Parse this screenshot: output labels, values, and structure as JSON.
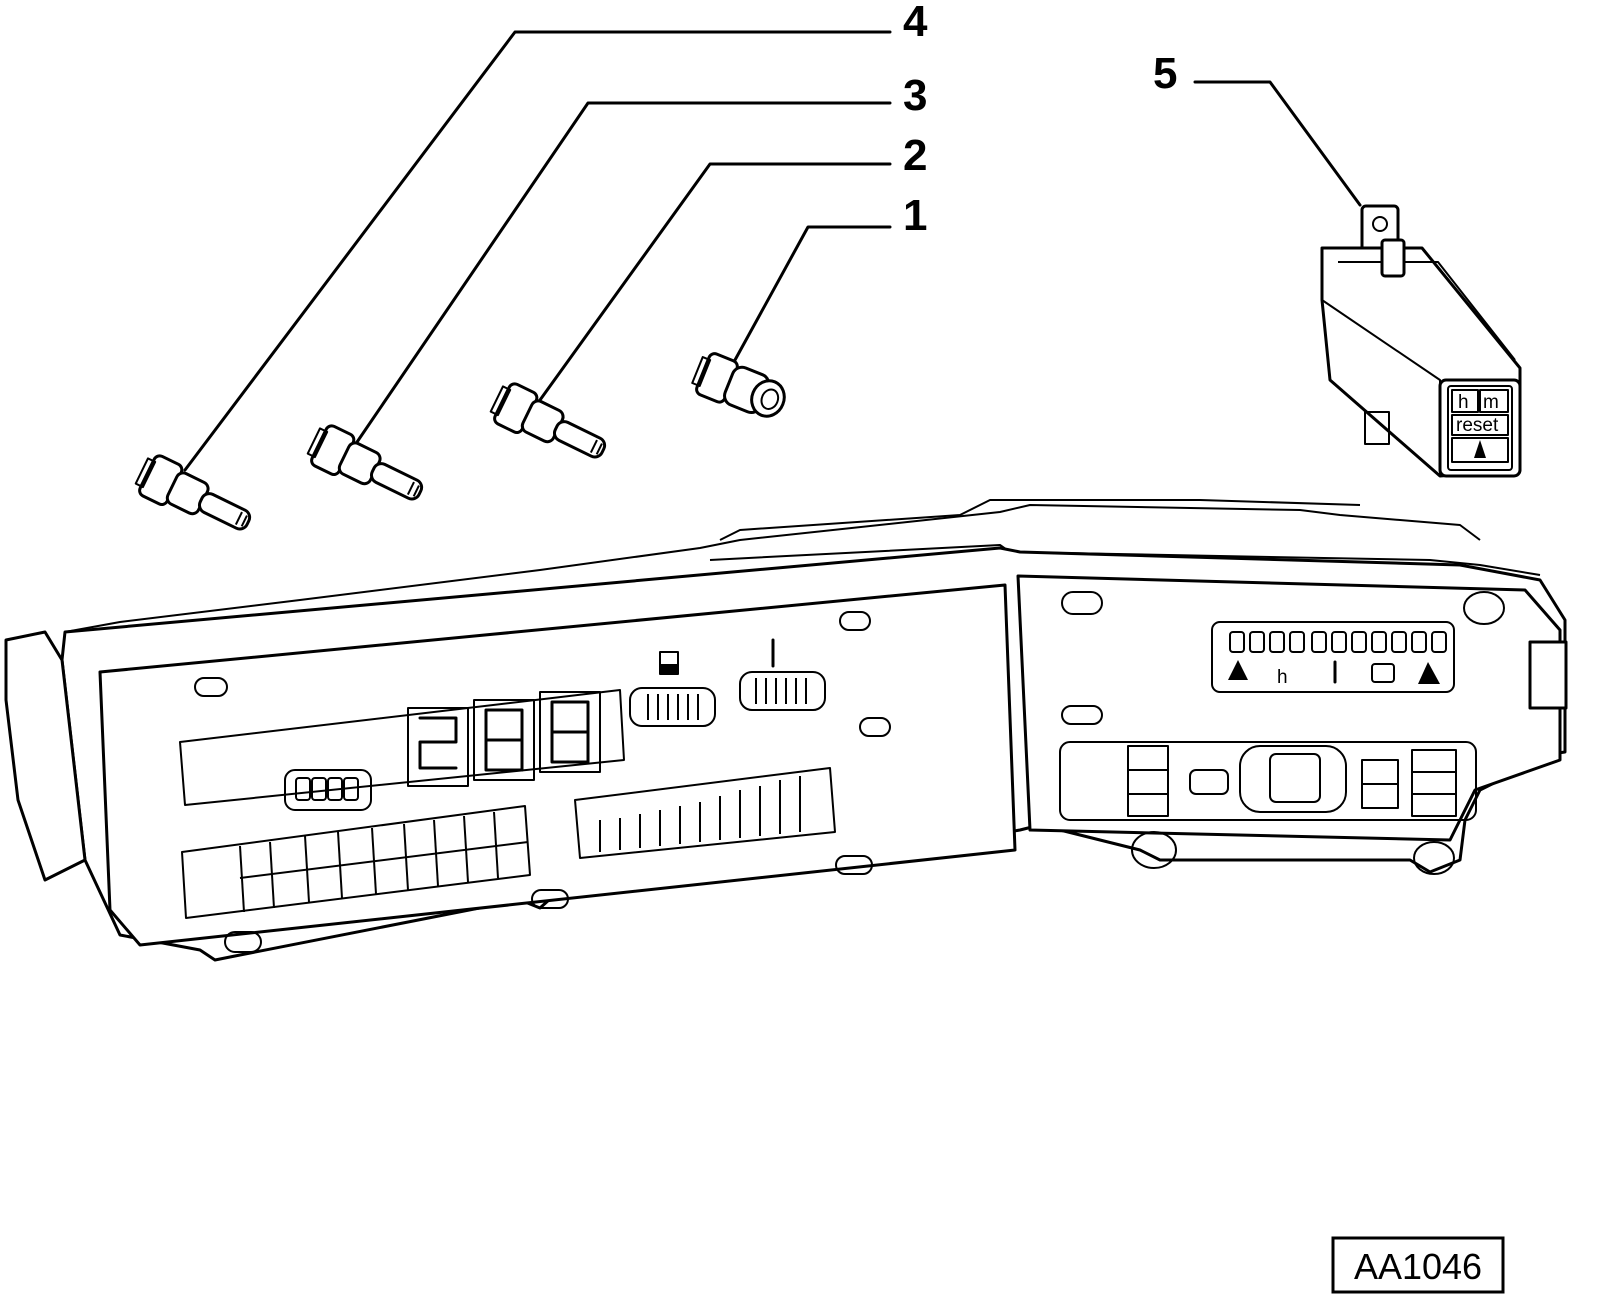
{
  "callouts": [
    {
      "id": 1,
      "label": "1"
    },
    {
      "id": 2,
      "label": "2"
    },
    {
      "id": 3,
      "label": "3"
    },
    {
      "id": 4,
      "label": "4"
    },
    {
      "id": 5,
      "label": "5"
    }
  ],
  "module_buttons": {
    "hours": "h",
    "minutes": "m",
    "reset": "reset"
  },
  "panel_display_symbols": {
    "hours": "h"
  },
  "reference_code": "AA1046"
}
